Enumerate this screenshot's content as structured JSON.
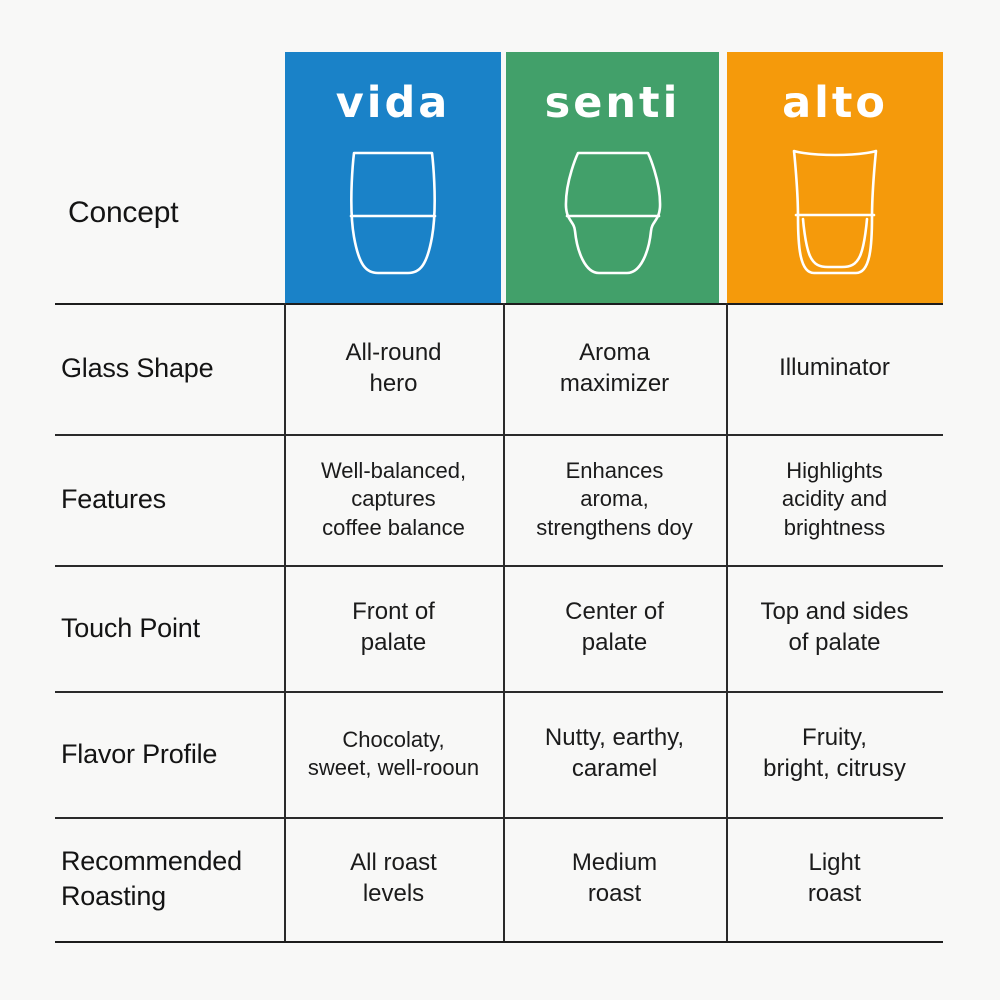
{
  "background_color": "#f8f8f7",
  "concept_row": {
    "label": "Concept",
    "columns": [
      {
        "name": "vida",
        "color": "#1a82c8",
        "icon": "glass-tumbler-icon"
      },
      {
        "name": "senti",
        "color": "#42a06a",
        "icon": "glass-bulbous-icon"
      },
      {
        "name": "alto",
        "color": "#f59a0b",
        "icon": "glass-double-wall-icon"
      }
    ]
  },
  "rows": [
    {
      "label": "Glass Shape",
      "values": [
        "All-round\nhero",
        "Aroma\nmaximizer",
        "Illuminator"
      ]
    },
    {
      "label": "Features",
      "values": [
        "Well-balanced,\ncaptures\ncoffee balance",
        "Enhances\naroma,\nstrengthens doy",
        "Highlights\nacidity and\nbrightness"
      ]
    },
    {
      "label": "Touch Point",
      "values": [
        "Front of\npalate",
        "Center of\npalate",
        "Top and sides\nof palate"
      ]
    },
    {
      "label": "Flavor Profile",
      "values": [
        "Chocolaty,\nsweet, well-rooun",
        "Nutty, earthy,\ncaramel",
        "Fruity,\nbright, citrusy"
      ]
    },
    {
      "label": "Recommended\nRoasting",
      "values": [
        "All roast\nlevels",
        "Medium\nroast",
        "Light\nroast"
      ]
    }
  ]
}
